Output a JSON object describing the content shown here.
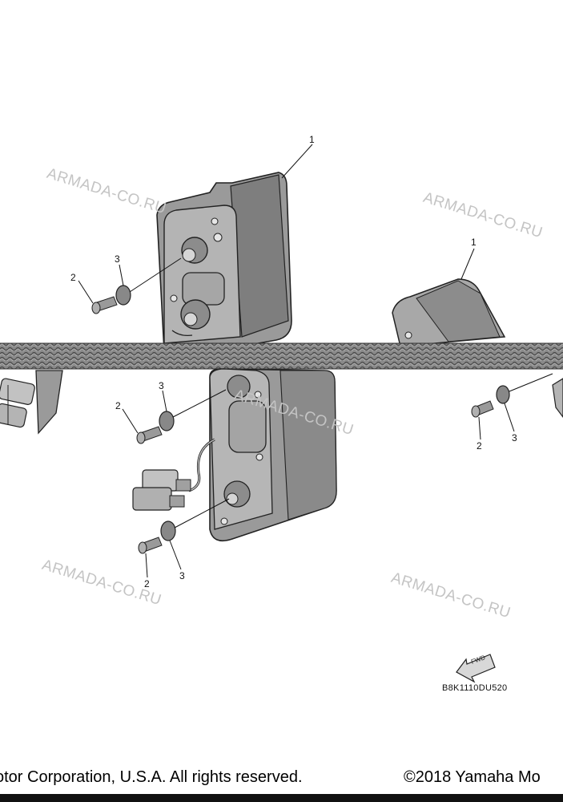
{
  "diagram": {
    "code": "B8K1110DU520",
    "fwd_label": "FWD",
    "watermarks": [
      "ARMADA-CO.RU",
      "ARMADA-CO.RU",
      "ARMADA-CO.RU",
      "ARMADA-CO.RU",
      "ARMADA-CO.RU"
    ],
    "callouts": {
      "top_lamp_1": "1",
      "top_screw_2": "2",
      "top_washer_3": "3",
      "right_lamp_1": "1",
      "mid_screw_2": "2",
      "mid_washer_3": "3",
      "right_screw_2": "2",
      "right_washer_3": "3",
      "low_screw_2": "2",
      "low_washer_3": "3"
    }
  },
  "footer": {
    "left_text": "otor Corporation, U.S.A. All rights reserved.",
    "right_text": "©2018 Yamaha Mo"
  }
}
